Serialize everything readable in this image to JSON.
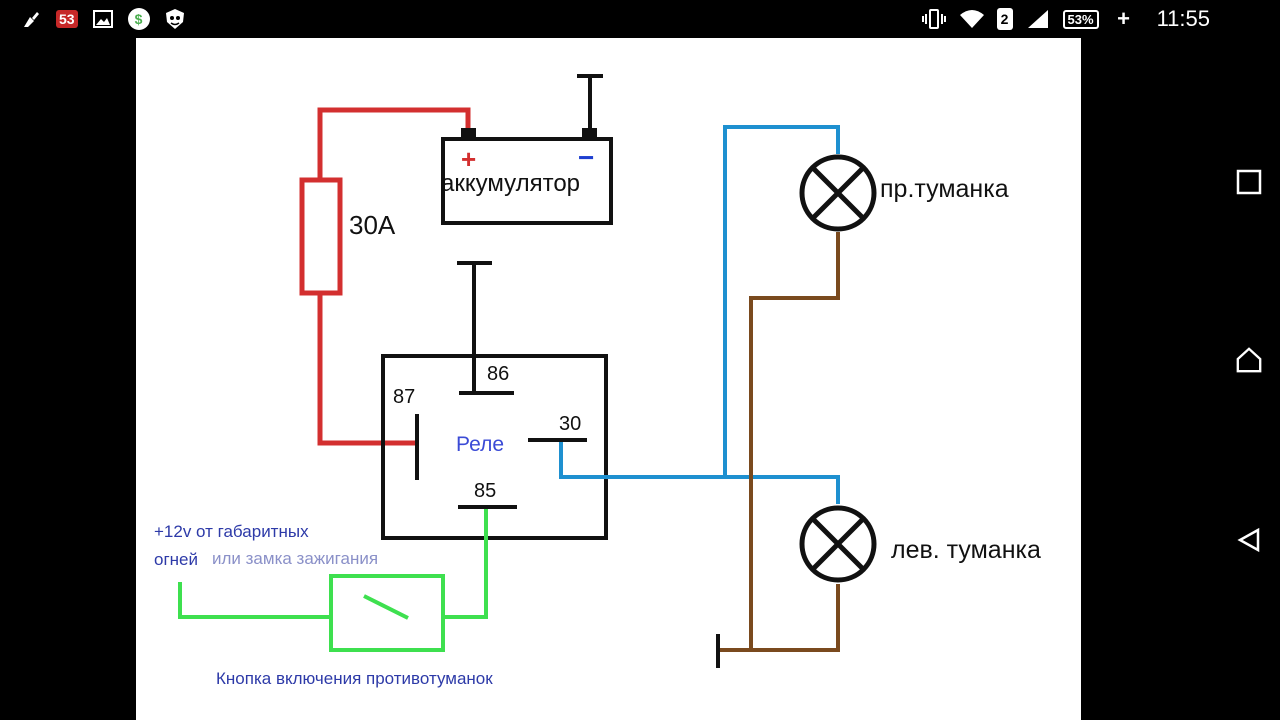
{
  "status_bar": {
    "notification_count": "53",
    "sim_slot": "2",
    "battery_level": "53%",
    "time": "11:55"
  },
  "diagram": {
    "battery_label": "аккумулятор",
    "battery_plus": "+",
    "battery_minus": "−",
    "fuse_label": "30А",
    "relay_label": "Реле",
    "pin_86": "86",
    "pin_87": "87",
    "pin_30": "30",
    "pin_85": "85",
    "lamp_right_label": "пр.туманка",
    "lamp_left_label": "лев. туманка",
    "source_label_line1": "+12v от габаритных",
    "source_label_line2": "огней",
    "source_label_line2b": "или замка зажигания",
    "button_label": "Кнопка включения противотуманок",
    "colors": {
      "red_wire": "#d32f2f",
      "blue_wire": "#1e90d0",
      "brown_wire": "#7a4a1e",
      "green_wire": "#3ee04f",
      "black": "#111111",
      "label_blue": "#3b4bd6"
    }
  },
  "nav_bar": {
    "recents_icon": "square-icon",
    "home_icon": "home-icon",
    "back_icon": "back-triangle-icon"
  }
}
